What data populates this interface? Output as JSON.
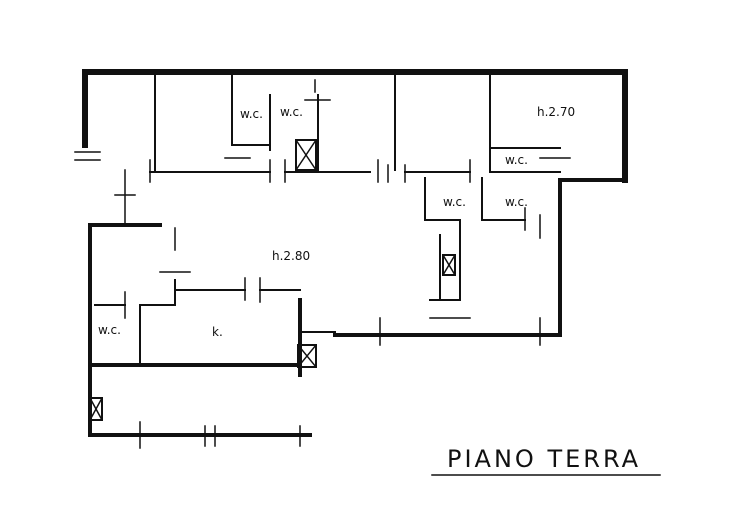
{
  "plan": {
    "title": "PIANO TERRA",
    "labels": {
      "wc_1": "w.c.",
      "wc_2": "w.c.",
      "wc_3": "w.c.",
      "wc_4": "w.c.",
      "wc_5": "w.c.",
      "wc_6": "w.c.",
      "height_main": "h.2.80",
      "height_corner": "h.2.70",
      "kitchen": "k."
    }
  }
}
